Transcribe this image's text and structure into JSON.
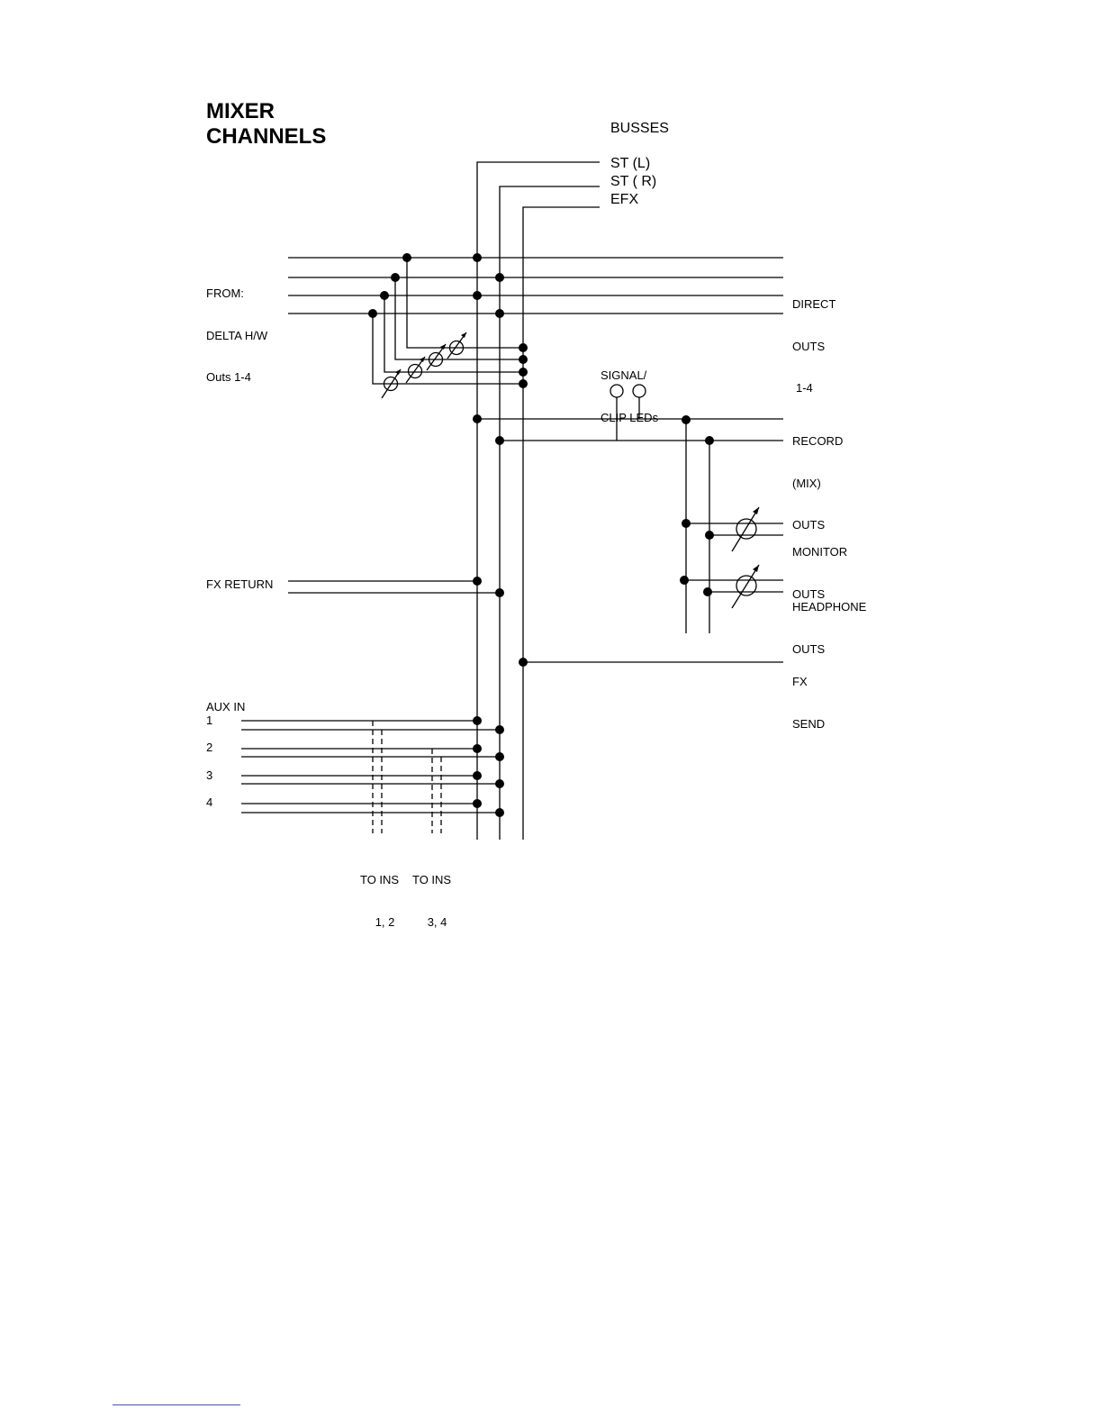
{
  "title": {
    "line1": "MIXER",
    "line2": "CHANNELS"
  },
  "busses": {
    "heading": "BUSSES",
    "st_l": "ST (L)",
    "st_r": "ST ( R)",
    "efx": "EFX"
  },
  "inputs": {
    "from_line1": "FROM:",
    "from_line2": "DELTA H/W",
    "from_line3": "Outs 1-4",
    "fx_return": "FX RETURN",
    "aux_in": "AUX IN",
    "aux_1": "1",
    "aux_2": "2",
    "aux_3": "3",
    "aux_4": "4"
  },
  "outputs": {
    "direct_line1": "DIRECT",
    "direct_line2": "OUTS",
    "direct_line3": "1-4",
    "record_line1": "RECORD",
    "record_line2": "(MIX)",
    "record_line3": "OUTS",
    "monitor_line1": "MONITOR",
    "monitor_line2": "OUTS",
    "headphone_line1": "HEADPHONE",
    "headphone_line2": "OUTS",
    "fxsend_line1": "FX",
    "fxsend_line2": "SEND"
  },
  "leds": {
    "line1": "SIGNAL/",
    "line2": "CLIP LEDs"
  },
  "inserts": {
    "ins12_line1": "TO INS",
    "ins12_line2": "1, 2",
    "ins34_line1": "TO INS",
    "ins34_line2": "3, 4"
  }
}
